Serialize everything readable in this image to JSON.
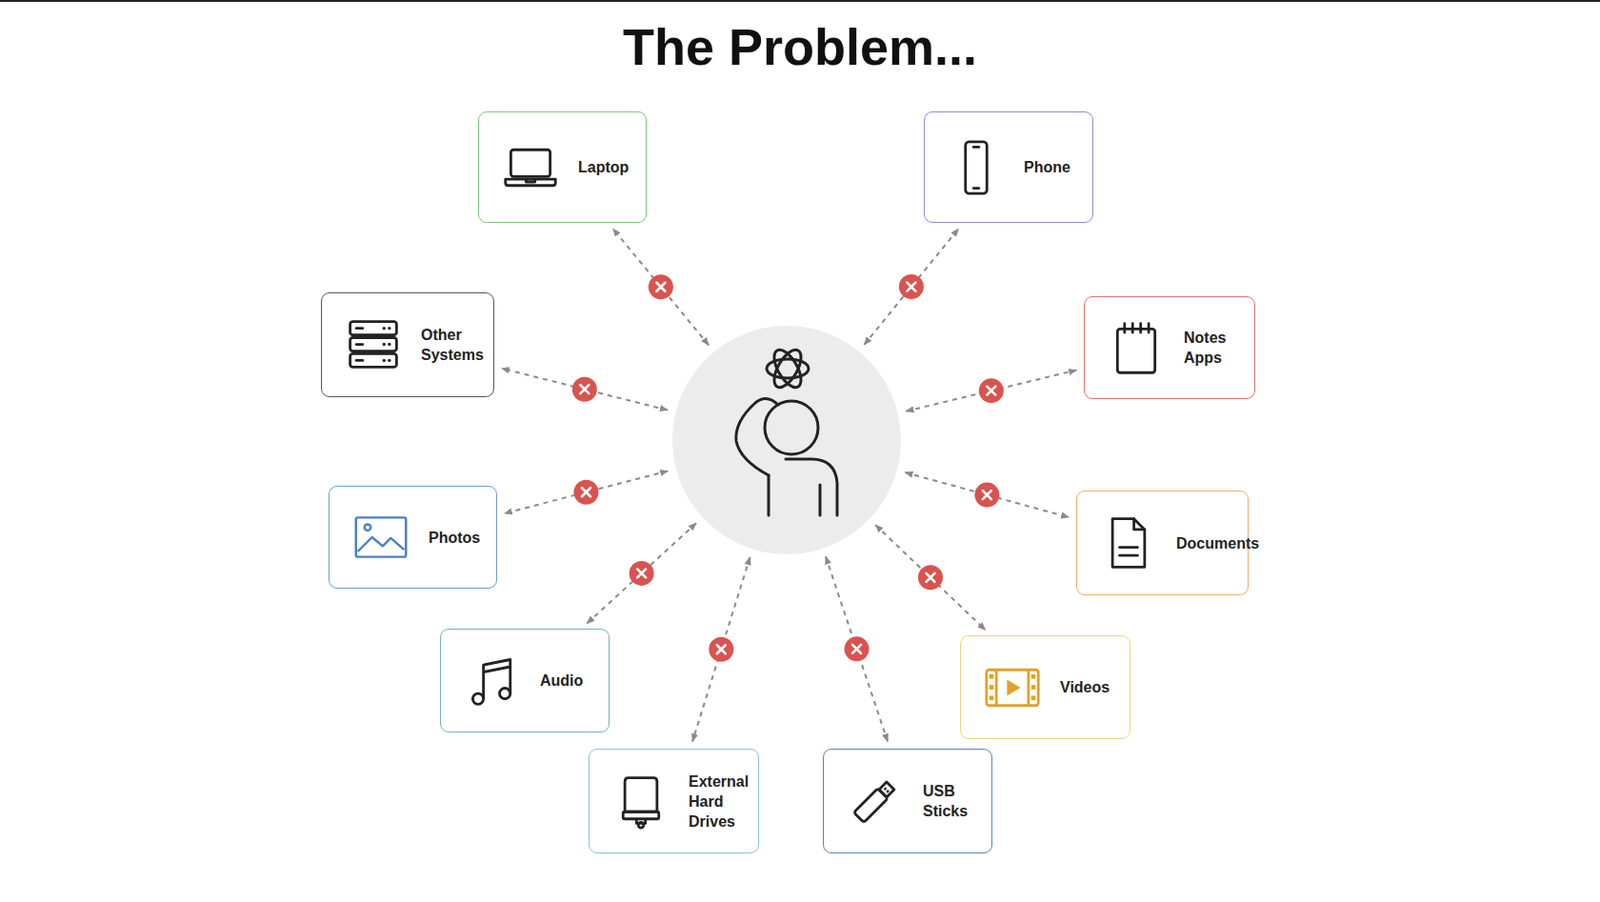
{
  "diagram": {
    "title": "The Problem...",
    "nodes": [
      {
        "text": []
      },
      {
        "text": [
          "Laptop"
        ]
      },
      {
        "text": [
          "Phone"
        ]
      },
      {
        "text": [
          "Other Systems"
        ]
      },
      {
        "text": [
          "Notes Apps"
        ]
      },
      {
        "text": [
          "Photos"
        ]
      },
      {
        "text": [
          "Documents"
        ]
      },
      {
        "text": [
          "Audio"
        ]
      },
      {
        "text": [
          "Videos"
        ]
      },
      {
        "text": [
          "External Hard Drives"
        ]
      },
      {
        "text": [
          "USB Sticks"
        ]
      }
    ],
    "edges": [
      {
        "from": 0,
        "to": 1,
        "arrow": "both"
      },
      {
        "from": 0,
        "to": 2,
        "arrow": "both"
      },
      {
        "from": 0,
        "to": 3,
        "arrow": "both"
      },
      {
        "from": 0,
        "to": 4,
        "arrow": "both"
      },
      {
        "from": 0,
        "to": 5,
        "arrow": "both"
      },
      {
        "from": 0,
        "to": 6,
        "arrow": "both"
      },
      {
        "from": 0,
        "to": 7,
        "arrow": "both"
      },
      {
        "from": 0,
        "to": 8,
        "arrow": "both"
      },
      {
        "from": 0,
        "to": 9,
        "arrow": "both"
      },
      {
        "from": 0,
        "to": 10,
        "arrow": "both"
      }
    ]
  }
}
